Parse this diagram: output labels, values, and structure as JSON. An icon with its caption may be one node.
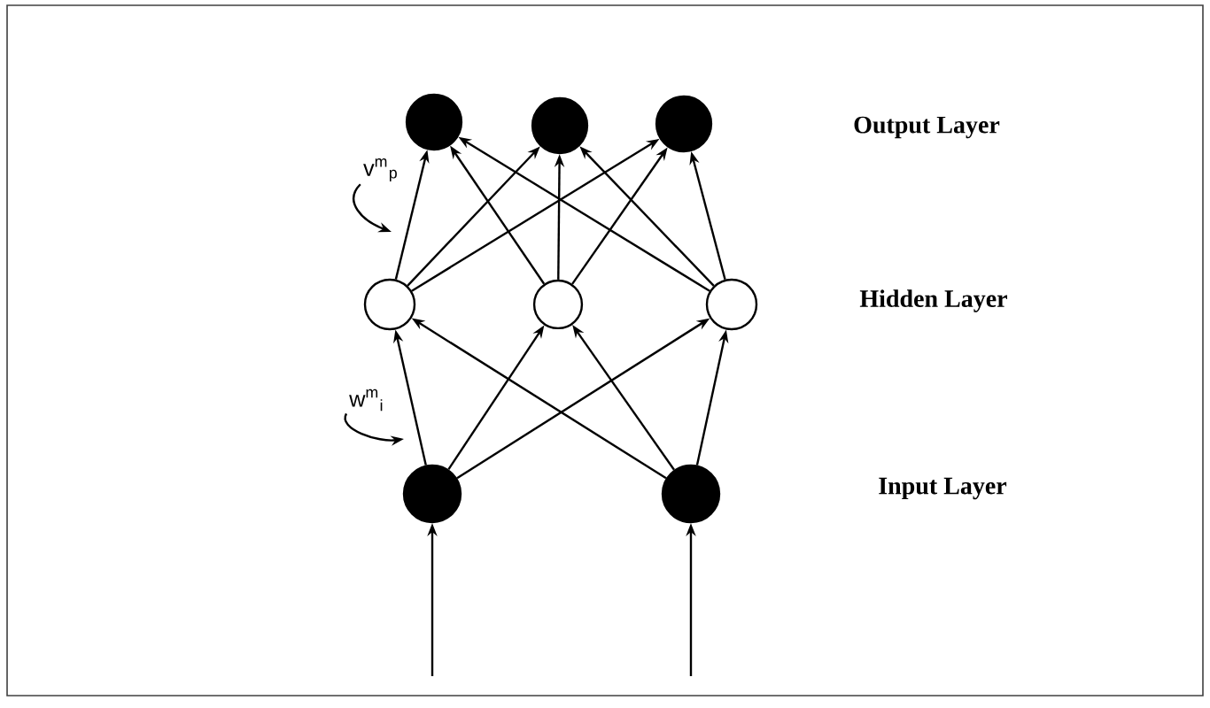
{
  "diagram": {
    "nodes": [
      {
        "text": [],
        "shape": "circle"
      },
      {
        "text": [],
        "shape": "circle"
      },
      {
        "text": [],
        "shape": "circle"
      },
      {
        "text": [
          "v$^{m}$$_{p}$"
        ]
      },
      {
        "text": [],
        "shape": "circle"
      },
      {
        "text": [],
        "shape": "circle"
      },
      {
        "text": [],
        "shape": "circle"
      },
      {
        "text": [
          "w$^{m}$$_{i}$"
        ]
      },
      {
        "text": [],
        "shape": "circle"
      },
      {
        "text": [],
        "shape": "circle"
      }
    ],
    "edges": [
      {
        "from": null,
        "to": 8,
        "arrow": "to"
      },
      {
        "from": null,
        "to": 9,
        "arrow": "to"
      },
      {
        "from": 8,
        "to": 4,
        "arrow": "to"
      },
      {
        "from": 8,
        "to": 5,
        "arrow": "to"
      },
      {
        "from": 8,
        "to": 6,
        "arrow": "to"
      },
      {
        "from": 9,
        "to": 4,
        "arrow": "to"
      },
      {
        "from": 9,
        "to": 5,
        "arrow": "to"
      },
      {
        "from": 9,
        "to": 6,
        "arrow": "to"
      },
      {
        "from": 4,
        "to": 0,
        "arrow": "to"
      },
      {
        "from": 4,
        "to": 1,
        "arrow": "to"
      },
      {
        "from": 4,
        "to": 2,
        "arrow": "to"
      },
      {
        "from": 5,
        "to": 0,
        "arrow": "to"
      },
      {
        "from": 5,
        "to": 1,
        "arrow": "to"
      },
      {
        "from": 5,
        "to": 2,
        "arrow": "to"
      },
      {
        "from": 6,
        "to": 0,
        "arrow": "to"
      },
      {
        "from": 6,
        "to": 1,
        "arrow": "to"
      },
      {
        "from": 6,
        "to": 2,
        "arrow": "to"
      },
      {
        "from": 3,
        "to": null,
        "arrow": "to"
      },
      {
        "from": 7,
        "to": null,
        "arrow": "to"
      }
    ],
    "labels": [
      "Output Layer",
      "Hidden Layer",
      "Input Layer"
    ]
  }
}
